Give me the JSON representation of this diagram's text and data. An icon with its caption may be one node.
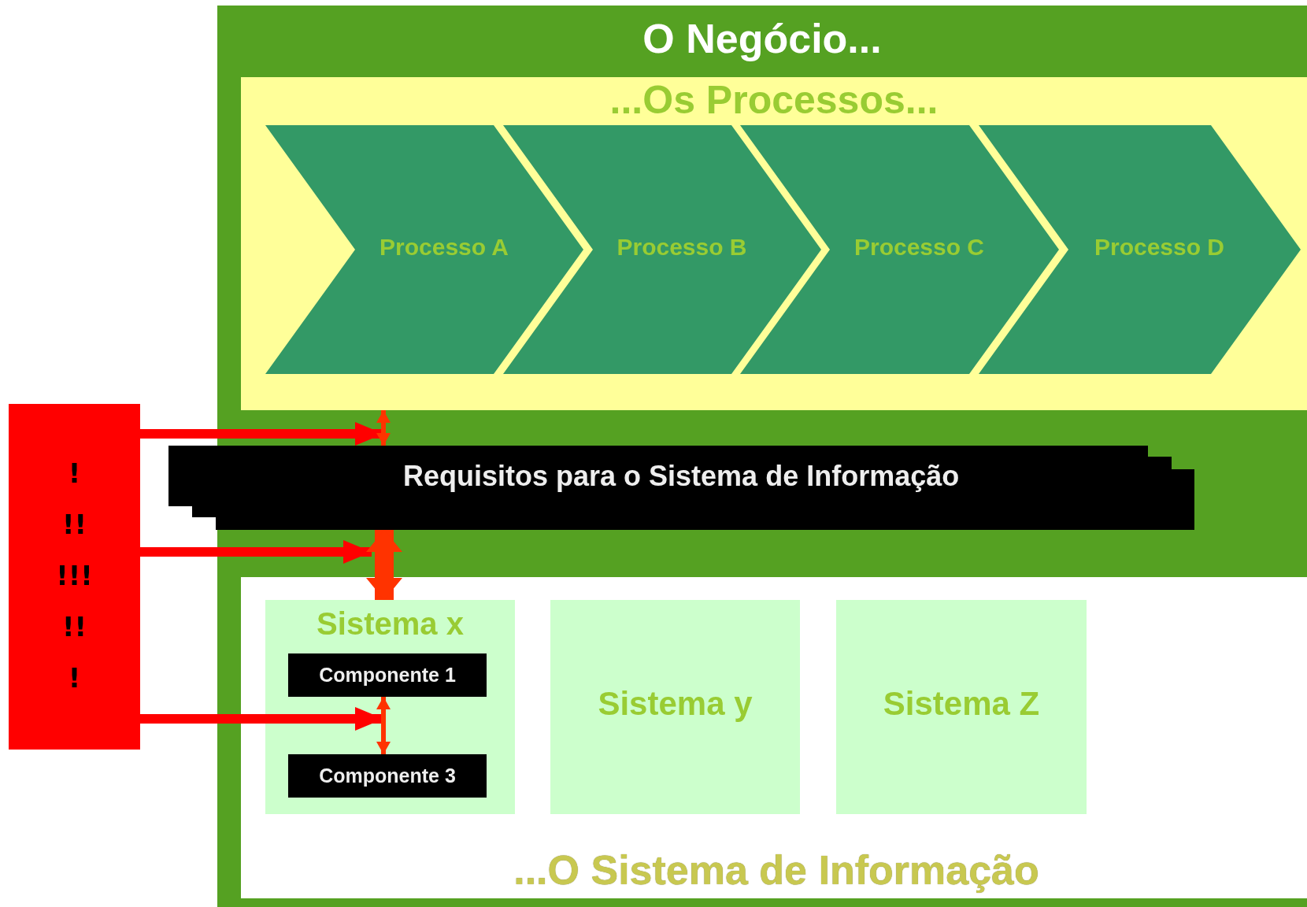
{
  "diagram": {
    "nodes": [
      {
        "text": [
          "O Negócio..."
        ]
      },
      {
        "text": [
          "...Os Processos..."
        ],
        "in": 0
      },
      {
        "text": [
          "Processo A"
        ],
        "in": 1
      },
      {
        "text": [
          "Processo B"
        ],
        "in": 1
      },
      {
        "text": [
          "Processo C"
        ],
        "in": 1
      },
      {
        "text": [
          "Processo D"
        ],
        "in": 1
      },
      {
        "text": [
          "Requisitos para o Sistema de Informação"
        ],
        "in": 0
      },
      {
        "text": [
          "...O Sistema de Informação"
        ],
        "in": 0
      },
      {
        "text": [
          "Sistema x"
        ],
        "in": 7
      },
      {
        "text": [
          "Componente 1"
        ],
        "in": 8
      },
      {
        "text": [
          "Componente 3"
        ],
        "in": 8
      },
      {
        "text": [
          "Sistema y"
        ],
        "in": 7
      },
      {
        "text": [
          "Sistema Z"
        ],
        "in": 7
      },
      {
        "text": [
          "!",
          "!!",
          "!!!",
          "!!",
          "!"
        ]
      }
    ],
    "edges": [
      {
        "from": 13,
        "to": 6,
        "arrow": "to",
        "color": "#ff0000"
      },
      {
        "from": 1,
        "to": 6,
        "arrow": "both",
        "color": "#ff3300"
      },
      {
        "from": 13,
        "to": 8,
        "arrow": "to",
        "color": "#ff0000"
      },
      {
        "from": 6,
        "to": 8,
        "arrow": "both",
        "style": "thick",
        "color": "#ff3300"
      },
      {
        "from": 13,
        "to": 9,
        "arrow": "to",
        "color": "#ff0000"
      },
      {
        "from": 9,
        "to": 10,
        "arrow": "both",
        "color": "#ff3300"
      }
    ]
  }
}
